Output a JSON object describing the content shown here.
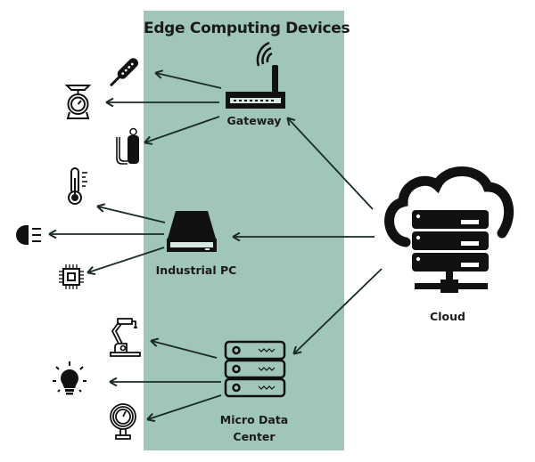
{
  "diagram": {
    "title": "Edge Computing Devices",
    "panel_color": "#a0c6b8",
    "ink_color": "#111111",
    "nodes": {
      "cloud": {
        "label": "Cloud",
        "icon": "cloud-server-icon"
      },
      "gateway": {
        "label": "Gateway",
        "icon": "router-wifi-icon"
      },
      "industrial_pc": {
        "label": "Industrial PC",
        "icon": "drive-bay-icon"
      },
      "micro_data_center": {
        "label": "Micro Data Center",
        "line1": "Micro Data",
        "line2": "Center",
        "icon": "server-rack-icon"
      }
    },
    "endpoints": {
      "gateway": [
        "thermometer-probe-icon",
        "weighing-scale-icon",
        "gas-cylinder-icon"
      ],
      "industrial_pc": [
        "thermometer-icon",
        "headlight-icon",
        "microchip-icon"
      ],
      "micro_data_center": [
        "robot-arm-icon",
        "light-bulb-icon",
        "pressure-gauge-icon"
      ]
    },
    "edges": [
      {
        "from": "Cloud",
        "to": "Gateway"
      },
      {
        "from": "Cloud",
        "to": "Industrial PC"
      },
      {
        "from": "Cloud",
        "to": "Micro Data Center"
      },
      {
        "from": "Gateway",
        "to": "thermometer-probe"
      },
      {
        "from": "Gateway",
        "to": "weighing-scale"
      },
      {
        "from": "Gateway",
        "to": "gas-cylinder"
      },
      {
        "from": "Industrial PC",
        "to": "thermometer"
      },
      {
        "from": "Industrial PC",
        "to": "headlight"
      },
      {
        "from": "Industrial PC",
        "to": "microchip"
      },
      {
        "from": "Micro Data Center",
        "to": "robot-arm"
      },
      {
        "from": "Micro Data Center",
        "to": "light-bulb"
      },
      {
        "from": "Micro Data Center",
        "to": "pressure-gauge"
      }
    ]
  }
}
